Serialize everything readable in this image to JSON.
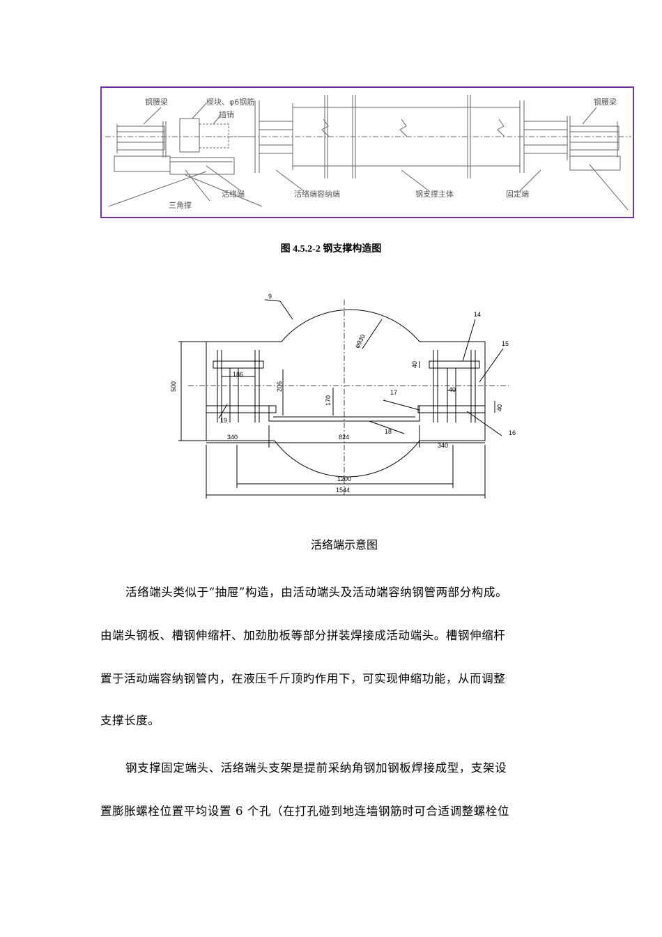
{
  "figure1": {
    "labels": {
      "waist_beam_left": "钢腰梁",
      "wedge": "楔块、φ6钢筋",
      "pin": "插销",
      "waist_beam_right": "钢腰梁",
      "triangle_brace": "三角撑",
      "movable_end": "活络端",
      "movable_end_housing": "活络端容纳端",
      "main_body": "钢支撑主体",
      "fixed_end": "固定端"
    },
    "caption": "图 4.5.2-2  钢支撑构造图"
  },
  "figure2": {
    "dims": {
      "d930": "φ930",
      "h500": "500",
      "w340_left": "340",
      "w824": "824",
      "w340_right": "340",
      "w1200": "1200",
      "w1544": "1544",
      "h206": "206",
      "h170": "170",
      "w186": "186",
      "v40_a": "40",
      "v40_b": "40",
      "v40_c": "40"
    },
    "markers": {
      "m9": "9",
      "m14": "14",
      "m15": "15",
      "m16": "16",
      "m17": "17",
      "m18": "18",
      "m19": "19"
    },
    "caption": "活络端示意图"
  },
  "paragraph1": {
    "lines": [
      "活络端头类似于“抽屉”构造，由活动端头及活动端容纳钢管两部分构成。",
      "由端头钢板、槽钢伸缩杆、加劲肋板等部分拼装焊接成活动端头。槽钢伸缩杆",
      "置于活动端容纳钢管内，在液压千斤顶旳作用下，可实现伸缩功能，从而调整",
      "支撑长度。"
    ]
  },
  "paragraph2": {
    "lines": [
      "钢支撑固定端头、活络端头支架是提前采纳角钢加钢板焊接成型，支架设",
      "置膨胀螺栓位置平均设置 6 个孔（在打孔碰到地连墙钢筋时可合适调整螺栓位"
    ]
  },
  "colors": {
    "figure_border": "#7030a0",
    "drawing_line": "#555555"
  }
}
